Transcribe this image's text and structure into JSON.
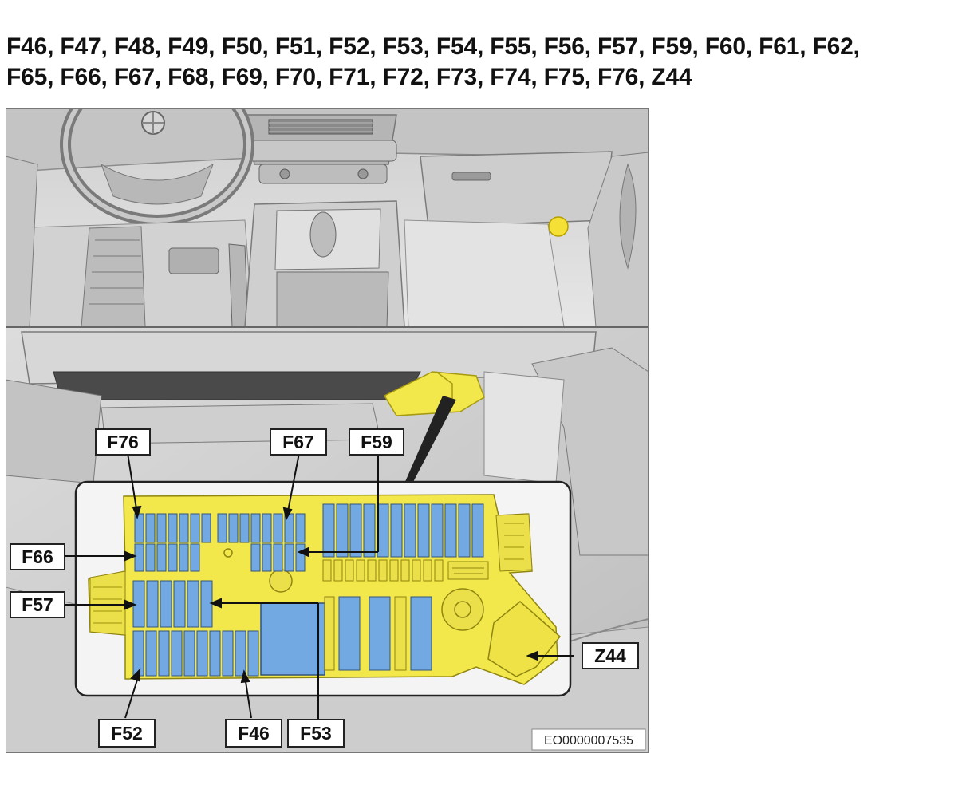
{
  "heading": {
    "line1": "F46, F47, F48, F49, F50, F51, F52, F53, F54, F55, F56, F57, F59, F60, F61, F62,",
    "line2": "F65, F66, F67, F68, F69, F70, F71, F72, F73, F74, F75, F76, Z44"
  },
  "figure": {
    "id": "EO0000007535",
    "callouts": {
      "f76": "F76",
      "f67": "F67",
      "f59": "F59",
      "f66": "F66",
      "f57": "F57",
      "z44": "Z44",
      "f52": "F52",
      "f46": "F46",
      "f53": "F53"
    }
  },
  "colors": {
    "fuse_box": "#f2e84c",
    "fuse": "#73a9e3",
    "marker": "#f5e136",
    "interior": "#d9d9d9"
  }
}
